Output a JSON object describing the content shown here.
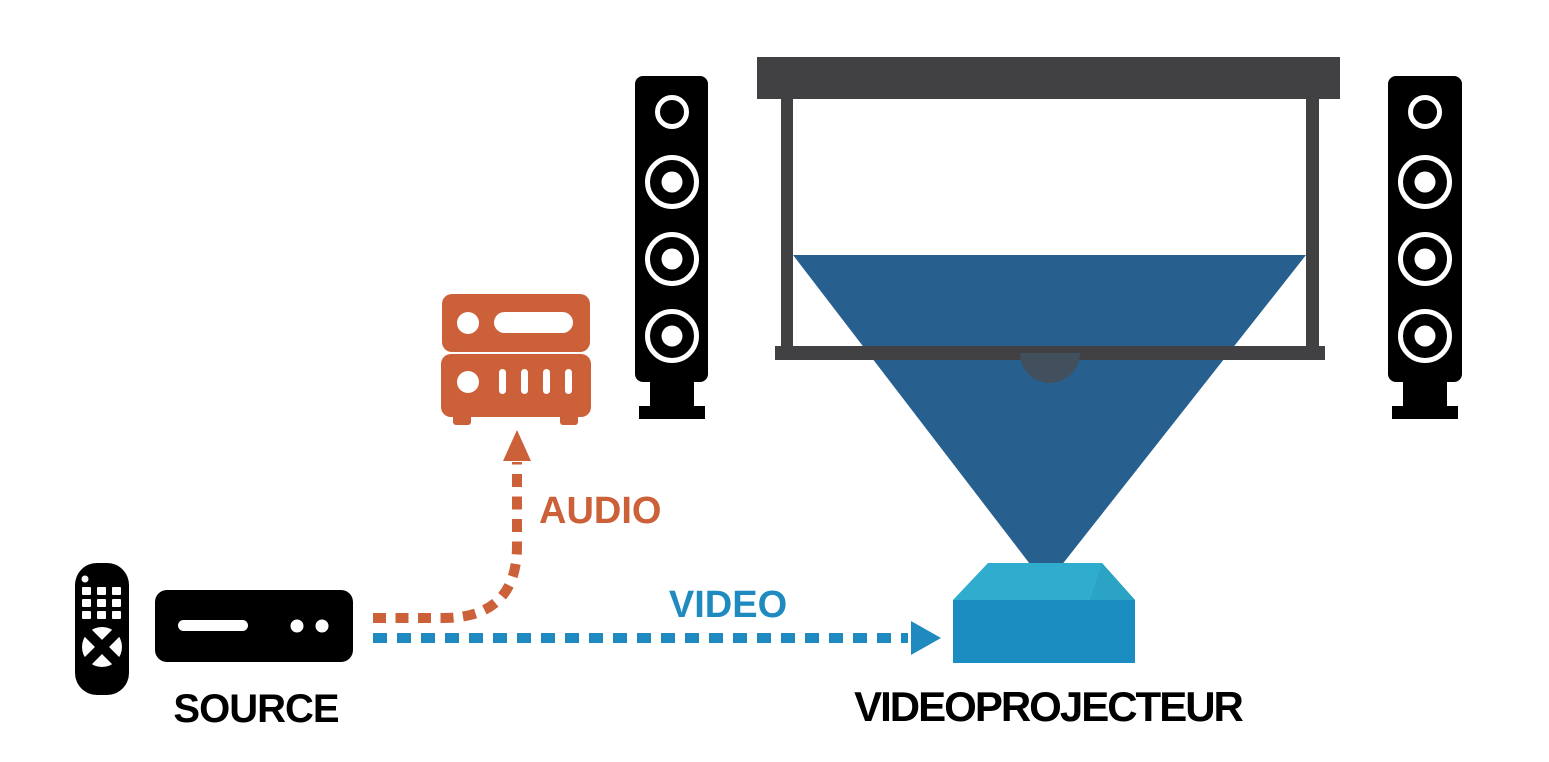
{
  "labels": {
    "source": "SOURCE",
    "projector": "VIDEOPROJECTEUR",
    "audio": "AUDIO",
    "video": "VIDEO"
  },
  "colors": {
    "orange": "#CC6038",
    "blue": "#1F8AC0",
    "cone_blue": "#27608F",
    "projector_top": "#2FACCE",
    "projector_bevel": "#2AA3C4",
    "projector_body": "#1B8DC0",
    "dark_gray": "#414042",
    "screen_handle": "#41505C",
    "black": "#000000",
    "white": "#FFFFFF"
  },
  "icons": {
    "remote": "remote-control-icon",
    "source_device": "media-player-icon",
    "receiver": "av-receiver-icon",
    "speaker_left": "tower-speaker-icon",
    "speaker_right": "tower-speaker-icon",
    "screen_mount": "ceiling-mount-bar",
    "screen": "projection-screen-icon",
    "light_cone": "projection-beam",
    "projector": "video-projector-icon",
    "audio_arrow": "audio-signal-arrow",
    "video_arrow": "video-signal-arrow"
  }
}
